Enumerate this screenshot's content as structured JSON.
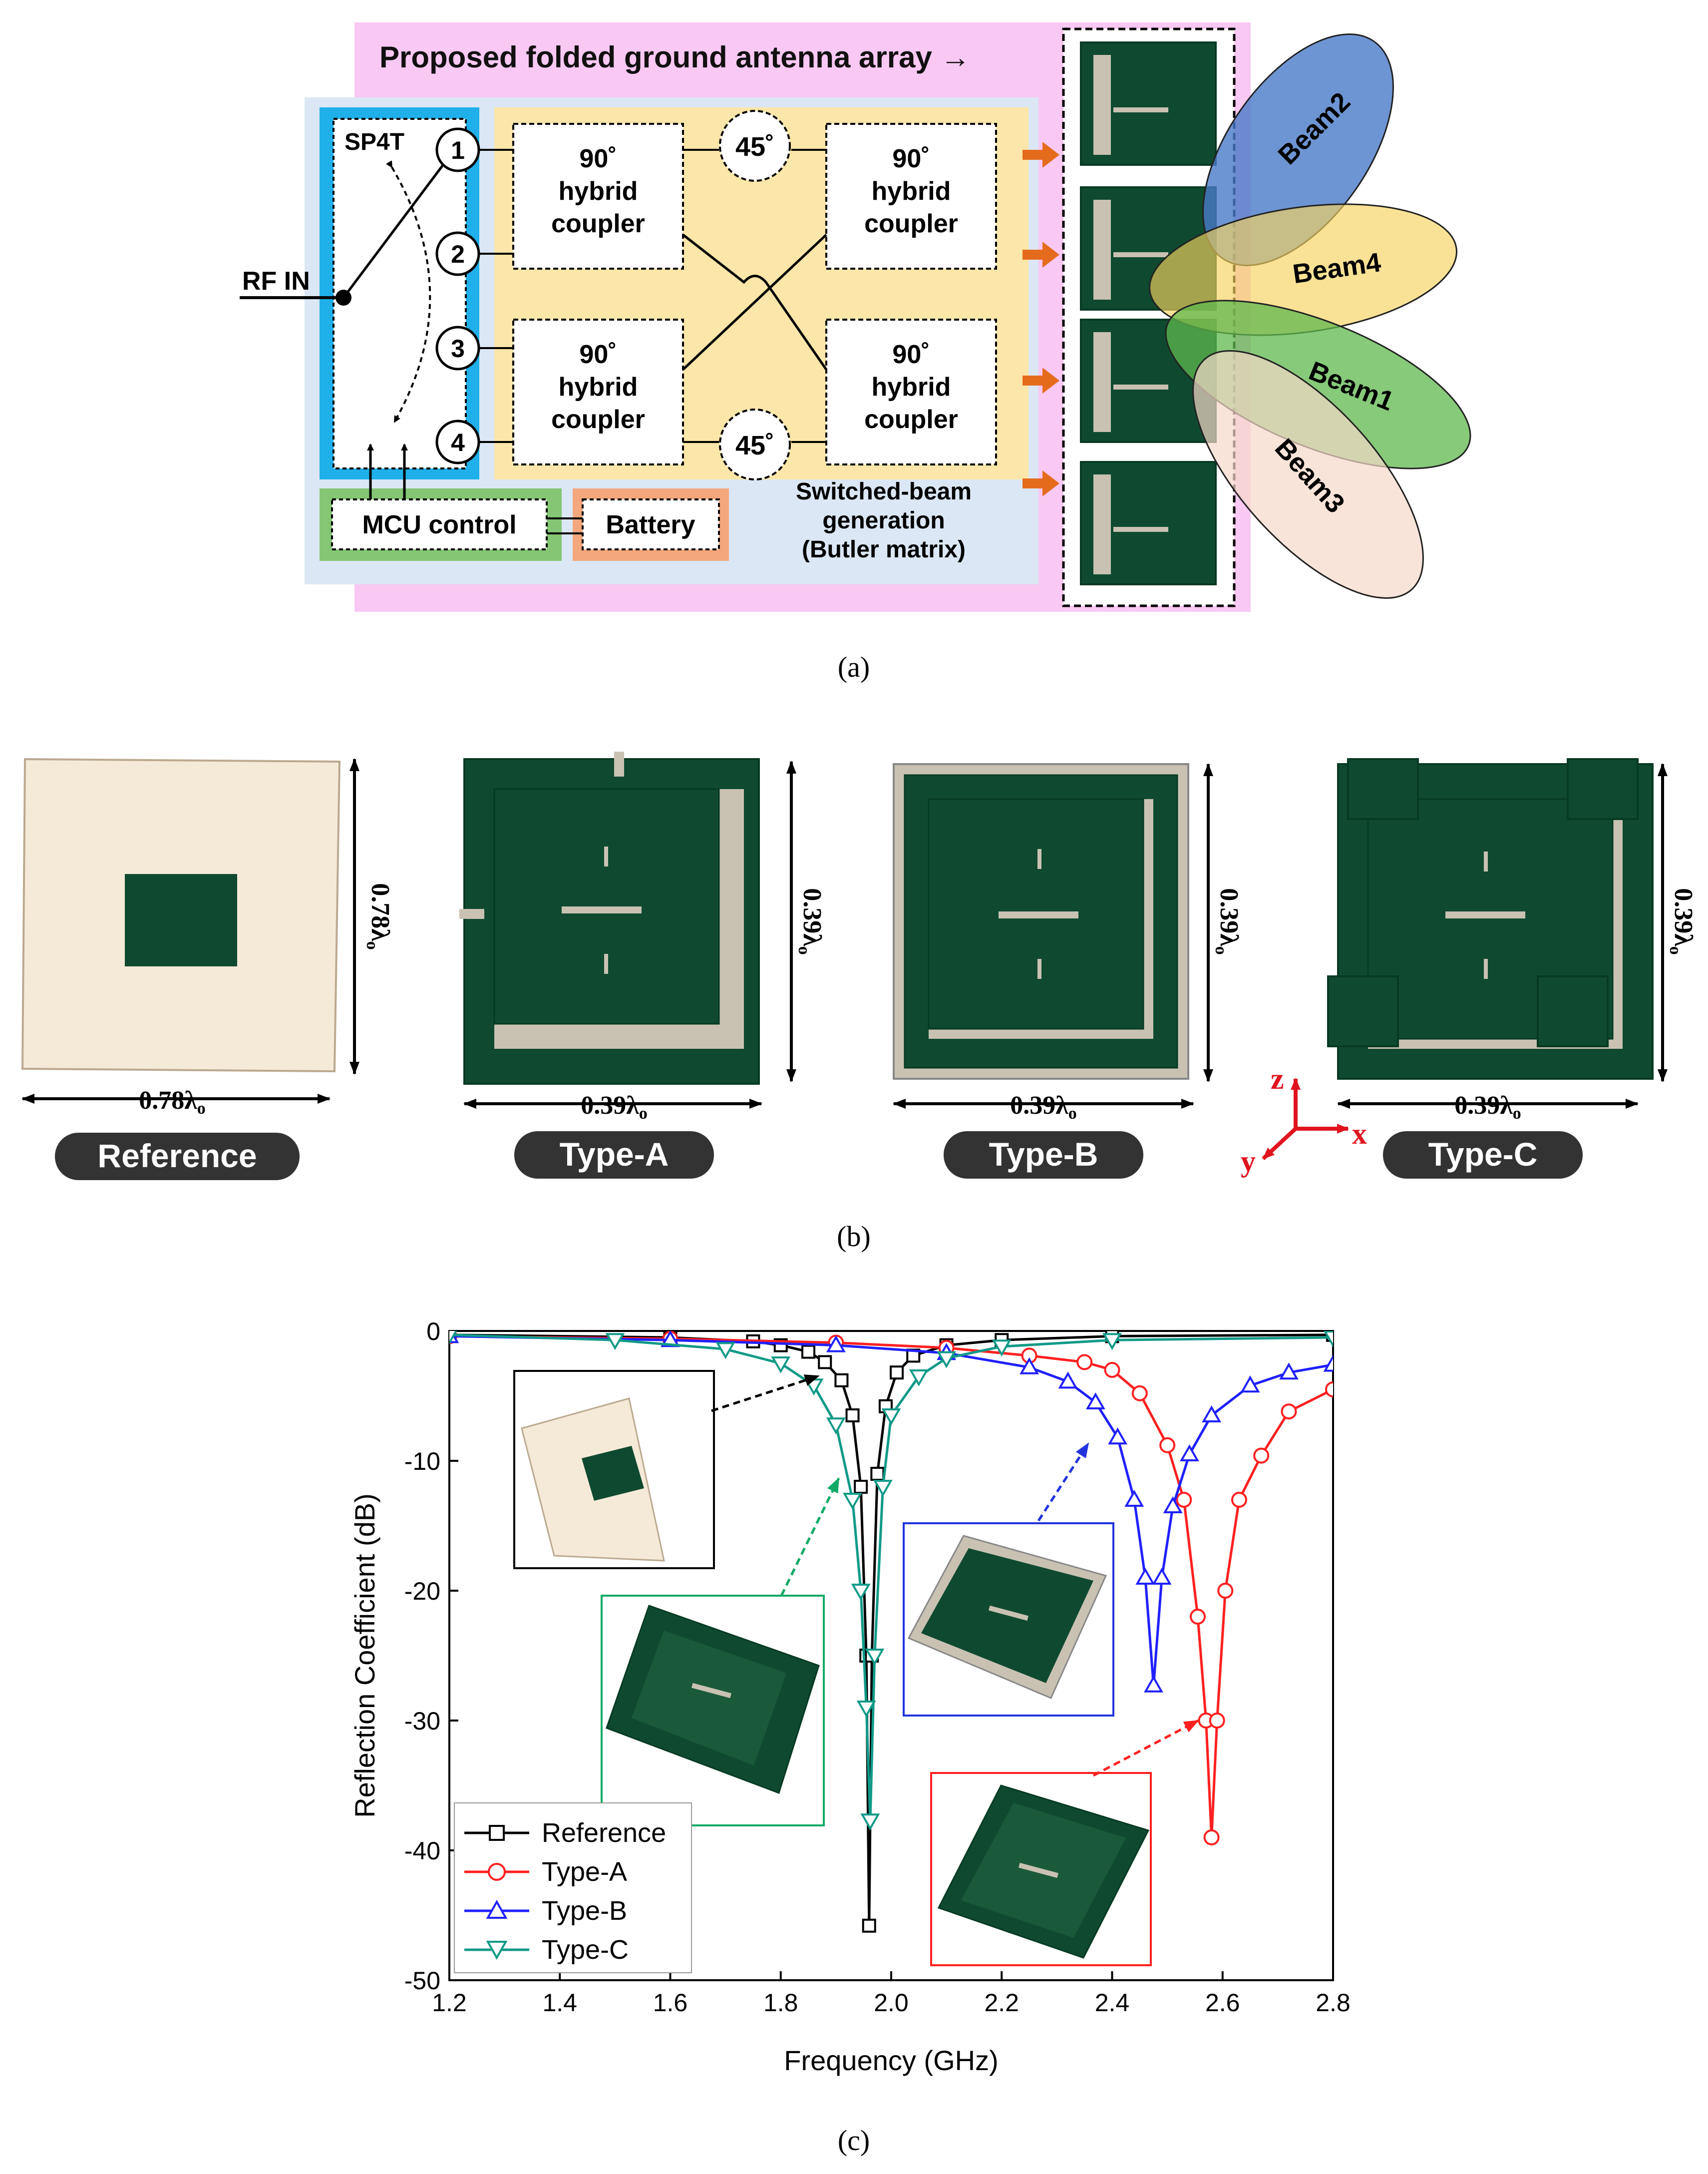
{
  "colors": {
    "pink_panel": "#f9c8f3",
    "blue_panel": "#dbe7f4",
    "cyan_switch": "#1fb0ea",
    "yellow_butler": "#fce6a9",
    "green_mcu": "#84c674",
    "orange_battery": "#f3a77c",
    "arrow_orange": "#e56b1c",
    "board_green": "#0f4a30",
    "board_edge": "#063a22",
    "board_light": "#c9c2b3",
    "ref_board": "#f5ead8",
    "beam1": "#5fb84e",
    "beam2": "#4a7bc8",
    "beam3": "#f7d9c9",
    "beam4": "#f6d35e",
    "ref_series": "#000000",
    "typeA_series": "#ff2020",
    "typeB_series": "#2020ff",
    "typeC_series": "#119a88"
  },
  "panel_a": {
    "title": "Proposed folded ground antenna array →",
    "sp4t": "SP4T",
    "rf_in": "RF IN",
    "ports": [
      "1",
      "2",
      "3",
      "4"
    ],
    "coupler_line1": "90˚",
    "coupler_line2": "hybrid",
    "coupler_line3": "coupler",
    "phase_shift": "45˚",
    "mcu": "MCU control",
    "battery": "Battery",
    "butler_line1": "Switched-beam",
    "butler_line2": "generation",
    "butler_line3": "(Butler matrix)",
    "beams": [
      "Beam2",
      "Beam4",
      "Beam1",
      "Beam3"
    ],
    "caption": "(a)"
  },
  "panel_b": {
    "dim_ref": "0.78λ",
    "dim_type": "0.39λ",
    "dim_sub": "o",
    "labels": [
      "Reference",
      "Type-A",
      "Type-B",
      "Type-C"
    ],
    "axes": {
      "z": "z",
      "y": "y",
      "x": "x"
    },
    "caption": "(b)"
  },
  "panel_c": {
    "caption": "(c)"
  },
  "chart_data": {
    "type": "line",
    "xlabel": "Frequency (GHz)",
    "ylabel": "Reflection Coefficient (dB)",
    "xlim": [
      1.2,
      2.8
    ],
    "ylim": [
      -50,
      0
    ],
    "xticks": [
      "1.2",
      "1.4",
      "1.6",
      "1.8",
      "2.0",
      "2.2",
      "2.4",
      "2.6",
      "2.8"
    ],
    "yticks": [
      "0",
      "-10",
      "-20",
      "-30",
      "-40",
      "-50"
    ],
    "legend_position": "bottom-left",
    "series": [
      {
        "name": "Reference",
        "color": "#000000",
        "marker": "square",
        "x": [
          1.2,
          1.6,
          1.75,
          1.8,
          1.85,
          1.88,
          1.91,
          1.93,
          1.945,
          1.955,
          1.96,
          1.965,
          1.975,
          1.99,
          2.01,
          2.04,
          2.1,
          2.2,
          2.4,
          2.8
        ],
        "y": [
          -0.3,
          -0.5,
          -0.8,
          -1.1,
          -1.6,
          -2.4,
          -3.8,
          -6.5,
          -12,
          -25,
          -45.8,
          -25,
          -11,
          -5.8,
          -3.2,
          -1.9,
          -1.1,
          -0.7,
          -0.4,
          -0.3
        ]
      },
      {
        "name": "Type-A",
        "color": "#ff2020",
        "marker": "circle",
        "x": [
          1.2,
          1.6,
          1.9,
          2.1,
          2.25,
          2.35,
          2.4,
          2.45,
          2.5,
          2.53,
          2.555,
          2.57,
          2.58,
          2.59,
          2.605,
          2.63,
          2.67,
          2.72,
          2.8
        ],
        "y": [
          -0.4,
          -0.6,
          -0.9,
          -1.3,
          -1.9,
          -2.4,
          -3.0,
          -4.8,
          -8.8,
          -13,
          -22,
          -30,
          -39,
          -30,
          -20,
          -13,
          -9.6,
          -6.2,
          -4.5
        ]
      },
      {
        "name": "Type-B",
        "color": "#2020ff",
        "marker": "triangle-up",
        "x": [
          1.2,
          1.6,
          1.9,
          2.1,
          2.25,
          2.32,
          2.37,
          2.41,
          2.44,
          2.46,
          2.475,
          2.49,
          2.51,
          2.54,
          2.58,
          2.65,
          2.72,
          2.8
        ],
        "y": [
          -0.4,
          -0.7,
          -1.1,
          -1.7,
          -2.8,
          -3.9,
          -5.5,
          -8.2,
          -13,
          -19,
          -27.3,
          -19,
          -13.5,
          -9.5,
          -6.5,
          -4.2,
          -3.2,
          -2.6
        ]
      },
      {
        "name": "Type-C",
        "color": "#119a88",
        "marker": "triangle-down",
        "x": [
          1.2,
          1.5,
          1.7,
          1.8,
          1.86,
          1.9,
          1.93,
          1.945,
          1.955,
          1.962,
          1.97,
          1.985,
          2.0,
          2.05,
          2.1,
          2.2,
          2.4,
          2.8
        ],
        "y": [
          -0.3,
          -0.7,
          -1.4,
          -2.5,
          -4.2,
          -7.2,
          -13,
          -20,
          -29,
          -37.7,
          -25,
          -12,
          -6.5,
          -3.5,
          -2.1,
          -1.2,
          -0.7,
          -0.5
        ]
      }
    ]
  }
}
